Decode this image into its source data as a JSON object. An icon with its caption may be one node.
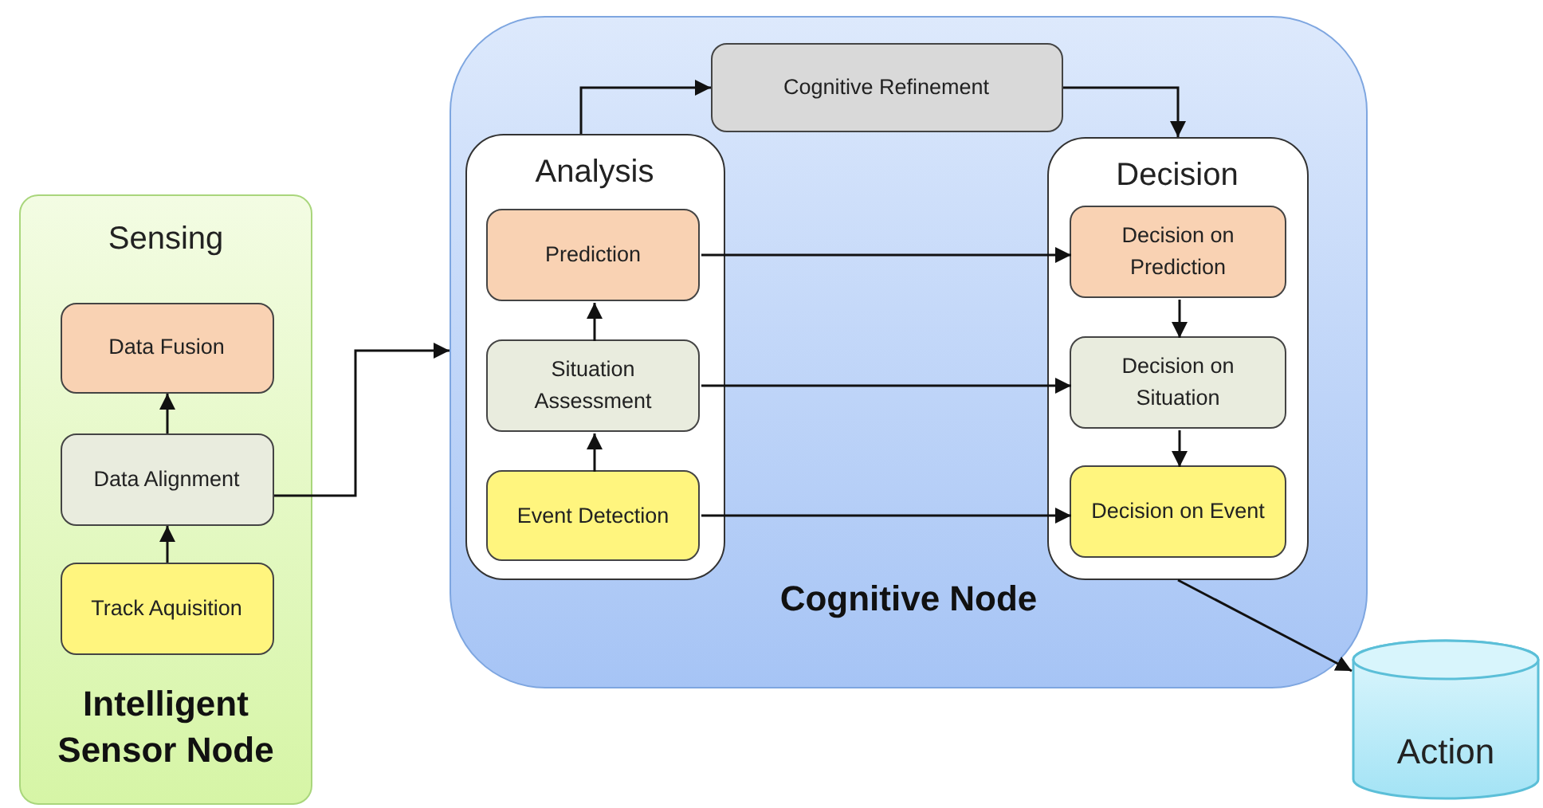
{
  "diagram": {
    "nodes": [
      {
        "text": [
          "Sensing",
          "Intelligent Sensor Node"
        ]
      },
      {
        "text": [
          "Data Fusion"
        ],
        "in": 0
      },
      {
        "text": [
          "Data Alignment"
        ],
        "in": 0
      },
      {
        "text": [
          "Track Aquisition"
        ],
        "in": 0
      },
      {
        "text": [
          "Cognitive Node"
        ]
      },
      {
        "text": [
          "Cognitive Refinement"
        ],
        "in": 4
      },
      {
        "text": [
          "Analysis"
        ],
        "in": 4
      },
      {
        "text": [
          "Prediction"
        ],
        "in": 6
      },
      {
        "text": [
          "Situation Assessment"
        ],
        "in": 6
      },
      {
        "text": [
          "Event Detection"
        ],
        "in": 6
      },
      {
        "text": [
          "Decision"
        ],
        "in": 4
      },
      {
        "text": [
          "Decision on Prediction"
        ],
        "in": 10
      },
      {
        "text": [
          "Decision on Situation"
        ],
        "in": 10
      },
      {
        "text": [
          "Decision on Event"
        ],
        "in": 10
      },
      {
        "text": [
          "Action"
        ]
      }
    ],
    "edges": [
      {
        "from": 3,
        "to": 2,
        "arrow": "to"
      },
      {
        "from": 2,
        "to": 1,
        "arrow": "to"
      },
      {
        "from": 2,
        "to": 4,
        "arrow": "to"
      },
      {
        "from": 9,
        "to": 8,
        "arrow": "to"
      },
      {
        "from": 8,
        "to": 7,
        "arrow": "to"
      },
      {
        "from": 6,
        "to": 5,
        "arrow": "to"
      },
      {
        "from": 5,
        "to": 10,
        "arrow": "to"
      },
      {
        "from": 7,
        "to": 11,
        "arrow": "to"
      },
      {
        "from": 8,
        "to": 12,
        "arrow": "to"
      },
      {
        "from": 9,
        "to": 13,
        "arrow": "to"
      },
      {
        "from": 11,
        "to": 12,
        "arrow": "to"
      },
      {
        "from": 12,
        "to": 13,
        "arrow": "to"
      },
      {
        "from": 10,
        "to": 14,
        "arrow": "to"
      }
    ]
  }
}
